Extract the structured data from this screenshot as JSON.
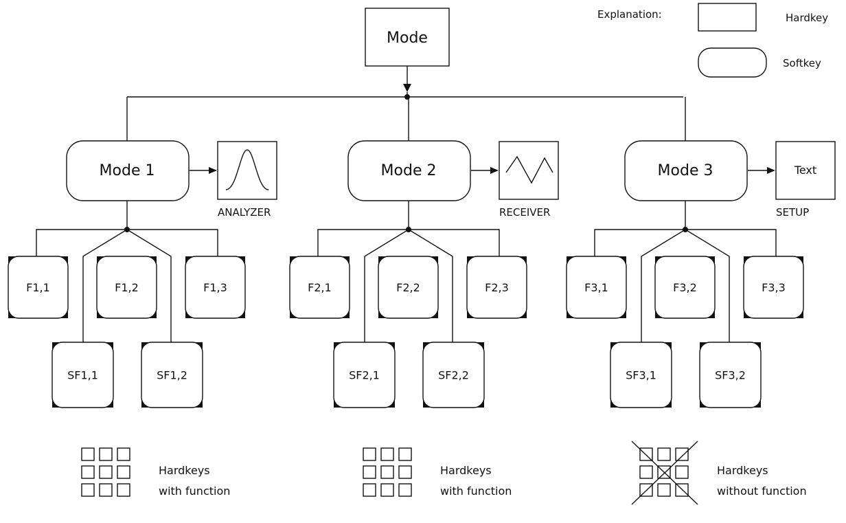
{
  "top": {
    "mode_label": "Mode"
  },
  "legend": {
    "title": "Explanation:",
    "hardkey_label": "Hardkey",
    "softkey_label": "Softkey"
  },
  "modes": [
    {
      "label": "Mode 1",
      "display_type": "peak",
      "display_caption": "ANALYZER",
      "display_text": "",
      "functions": [
        "F1,1",
        "F1,2",
        "F1,3"
      ],
      "subfunctions": [
        "SF1,1",
        "SF1,2"
      ],
      "hardkeys_line1": "Hardkeys",
      "hardkeys_line2": "with function",
      "hardkeys_active": true
    },
    {
      "label": "Mode 2",
      "display_type": "triangle-wave",
      "display_caption": "RECEIVER",
      "display_text": "",
      "functions": [
        "F2,1",
        "F2,2",
        "F2,3"
      ],
      "subfunctions": [
        "SF2,1",
        "SF2,2"
      ],
      "hardkeys_line1": "Hardkeys",
      "hardkeys_line2": "with function",
      "hardkeys_active": true
    },
    {
      "label": "Mode 3",
      "display_type": "text",
      "display_caption": "SETUP",
      "display_text": "Text",
      "functions": [
        "F3,1",
        "F3,2",
        "F3,3"
      ],
      "subfunctions": [
        "SF3,1",
        "SF3,2"
      ],
      "hardkeys_line1": "Hardkeys",
      "hardkeys_line2": "without function",
      "hardkeys_active": false
    }
  ]
}
